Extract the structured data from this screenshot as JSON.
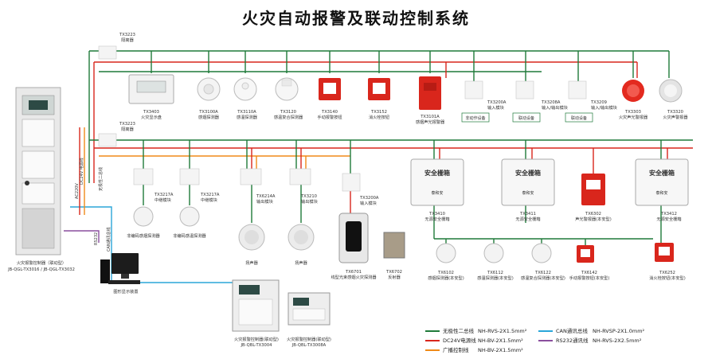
{
  "title": "火灾自动报警及联动控制系统",
  "colors": {
    "green": "#1f7a3a",
    "red": "#d9261c",
    "orange": "#f08a18",
    "cyan": "#2aa6d9",
    "purple": "#8a4f9e"
  },
  "repeater_top": {
    "model": "TX3223",
    "name": "隔离器"
  },
  "repeater_mid": {
    "model": "TX3223",
    "name": "隔离器"
  },
  "main_panel": {
    "name": "火灾报警控制器（联动型）",
    "model": "JB-QGL-TX3016 / JB-QGL-TX3032"
  },
  "vertical_labels": {
    "ac220": "AC220V",
    "dc24": "DC24V 电源线",
    "bus": "无极性二总线"
  },
  "can_label": "CAN通讯总线",
  "rs232_label": "RS232",
  "pc": {
    "name": "图形显示装置"
  },
  "top_devices": [
    {
      "model": "TX3403",
      "name": "火灾显示盘"
    },
    {
      "model": "TX3100A",
      "name": "感烟探测器"
    },
    {
      "model": "TX3110A",
      "name": "感温探测器"
    },
    {
      "model": "TX3120",
      "name": "感温复合探测器"
    },
    {
      "model": "TX3140",
      "name": "手动报警按钮"
    },
    {
      "model": "TX3152",
      "name": "消火栓按钮"
    },
    {
      "model": "TX3101A",
      "name": "感烟声光报警器"
    },
    {
      "model": "TX3200A",
      "name": "输入模块"
    },
    {
      "model": "TX3208A",
      "name": "输入/输出模块"
    },
    {
      "model": "TX3209",
      "name": "输入/输出模块"
    },
    {
      "model": "TX3303",
      "name": "火灾声光警报器"
    },
    {
      "model": "TX3320",
      "name": "火灾声警报器"
    }
  ],
  "linkage_tags": [
    "非动作设备",
    "联动设备",
    "联动设备"
  ],
  "mid_modules": [
    {
      "model": "TX3217A",
      "name": "中继模块"
    },
    {
      "model": "TX3217A",
      "name": "中继模块"
    },
    {
      "model": "TX6214A",
      "name": "输出模块"
    },
    {
      "model": "TX3210",
      "name": "输出模块"
    },
    {
      "model": "TX3200A",
      "name": "输入模块"
    }
  ],
  "mid_detectors": [
    {
      "name": "非编码感烟探测器"
    },
    {
      "name": "非编码感温探测器"
    }
  ],
  "speakers": [
    {
      "name": "扬声器"
    },
    {
      "name": "扬声器"
    }
  ],
  "beam": {
    "model": "TX6701",
    "name": "线型光束感烟火灾探测器"
  },
  "reflector": {
    "model": "TX6702",
    "name": "反射器"
  },
  "safety_boxes": [
    {
      "label": "安全栅箱",
      "model": "TX3410",
      "name": "无源安全栅箱"
    },
    {
      "label": "安全栅箱",
      "model": "TX3411",
      "name": "无源安全栅箱"
    },
    {
      "label": "安全栅箱",
      "model": "TX3412",
      "name": "无源安全栅箱"
    }
  ],
  "brand": "泰和安",
  "ex_alarm": {
    "model": "TX6302",
    "name": "声光警报器(本安型)"
  },
  "ex_devices": [
    {
      "model": "TX6102",
      "name": "感烟探测器(本安型)"
    },
    {
      "model": "TX6112",
      "name": "感温探测器(本安型)"
    },
    {
      "model": "TX6122",
      "name": "感温复合探测器(本安型)"
    },
    {
      "model": "TX6142",
      "name": "手动报警按钮(本安型)"
    },
    {
      "model": "TX6252",
      "name": "消火栓按钮(本安型)"
    }
  ],
  "bottom_panels": [
    {
      "name": "火灾报警控制器(联动型)",
      "model": "JB-QBL-TX3004"
    },
    {
      "name": "火灾报警控制器(联动型)",
      "model": "JB-QBL-TX3008A"
    }
  ],
  "legend": [
    {
      "label": "无极性二总线",
      "spec": "NH-RVS-2X1.5mm²",
      "color": "#1f7a3a"
    },
    {
      "label": "DC24V电源线",
      "spec": "NH-BV-2X1.5mm²",
      "color": "#d9261c"
    },
    {
      "label": "广播控制线",
      "spec": "NH-BV-2X1.5mm²",
      "color": "#f08a18"
    },
    {
      "label": "CAN通讯总线",
      "spec": "NH-RVSP-2X1.0mm²",
      "color": "#2aa6d9"
    },
    {
      "label": "RS232通讯线",
      "spec": "NH-RVS-2X2.5mm²",
      "color": "#8a4f9e"
    }
  ]
}
